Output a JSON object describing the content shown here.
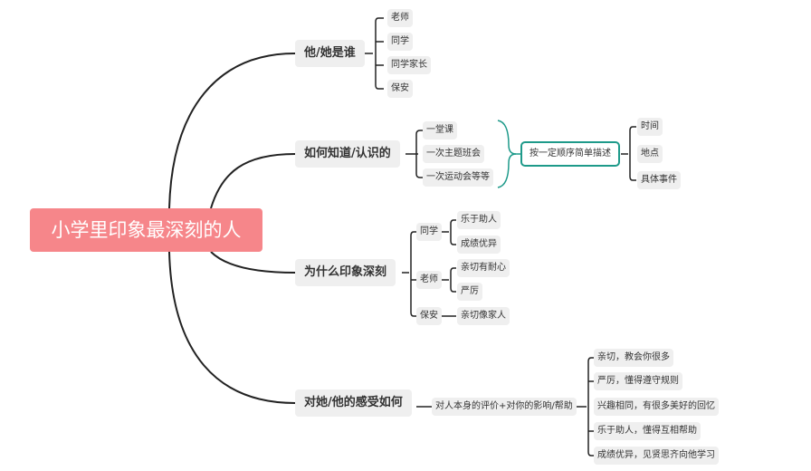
{
  "root": "小学里印象最深刻的人",
  "topics": [
    {
      "label": "他/她是谁",
      "children": [
        "老师",
        "同学",
        "同学家长",
        "保安"
      ]
    },
    {
      "label": "如何知道/认识的",
      "children": [
        "一堂课",
        "一次主题班会",
        "一次运动会等等"
      ],
      "summary": "按一定顺序简单描述",
      "summary_children": [
        "时间",
        "地点",
        "具体事件"
      ]
    },
    {
      "label": "为什么印象深刻",
      "children": [
        {
          "label": "同学",
          "children": [
            "乐于助人",
            "成绩优异"
          ]
        },
        {
          "label": "老师",
          "children": [
            "亲切有耐心",
            "严厉"
          ]
        },
        {
          "label": "保安",
          "children": [
            "亲切像家人"
          ]
        }
      ]
    },
    {
      "label": "对她/他的感受如何",
      "children": [
        {
          "label": "对人本身的评价+对你的影响/帮助",
          "children": [
            "亲切，教会你很多",
            "严厉，懂得遵守规则",
            "兴趣相同，有很多美好的回忆",
            "乐于助人，懂得互相帮助",
            "成绩优异，见贤思齐向他学习"
          ]
        }
      ]
    }
  ],
  "colors": {
    "root": "#f6868a",
    "summary_border": "#1e9a8a"
  }
}
